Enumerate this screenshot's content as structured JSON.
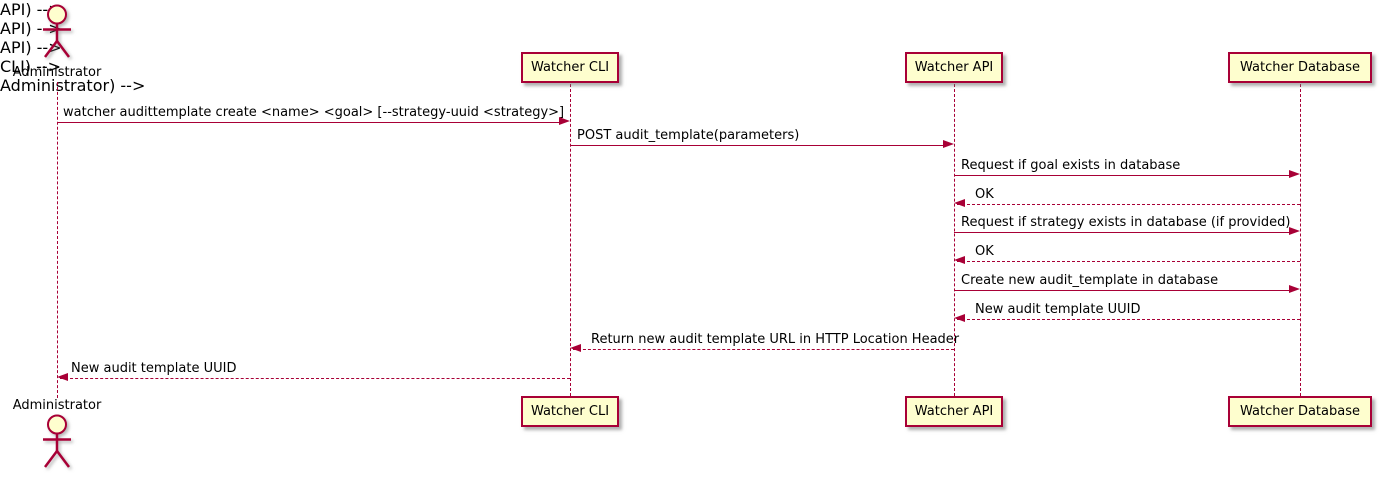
{
  "diagram": {
    "type": "uml-sequence-diagram",
    "colors": {
      "background": "#FFFFFF",
      "accent_border": "#A80036",
      "participant_fill": "#FEFECE",
      "text": "#000000"
    },
    "actor": {
      "label": "Administrator"
    },
    "participants": [
      {
        "label": "Watcher CLI"
      },
      {
        "label": "Watcher API"
      },
      {
        "label": "Watcher Database"
      }
    ],
    "messages": [
      {
        "label": "watcher audittemplate create <name> <goal> [--strategy-uuid <strategy>]",
        "from": "Administrator",
        "to": "Watcher CLI",
        "style": "solid"
      },
      {
        "label": "POST audit_template(parameters)",
        "from": "Watcher CLI",
        "to": "Watcher API",
        "style": "solid"
      },
      {
        "label": "Request if goal exists in database",
        "from": "Watcher API",
        "to": "Watcher Database",
        "style": "solid"
      },
      {
        "label": "OK",
        "from": "Watcher Database",
        "to": "Watcher API",
        "style": "dashed"
      },
      {
        "label": "Request if strategy exists in database (if provided)",
        "from": "Watcher API",
        "to": "Watcher Database",
        "style": "solid"
      },
      {
        "label": "OK",
        "from": "Watcher Database",
        "to": "Watcher API",
        "style": "dashed"
      },
      {
        "label": "Create new audit_template in database",
        "from": "Watcher API",
        "to": "Watcher Database",
        "style": "solid"
      },
      {
        "label": "New audit template UUID",
        "from": "Watcher Database",
        "to": "Watcher API",
        "style": "dashed"
      },
      {
        "label": "Return new audit template URL in HTTP Location Header",
        "from": "Watcher API",
        "to": "Watcher CLI",
        "style": "dashed"
      },
      {
        "label": "New audit template UUID",
        "from": "Watcher CLI",
        "to": "Administrator",
        "style": "dashed"
      }
    ]
  }
}
